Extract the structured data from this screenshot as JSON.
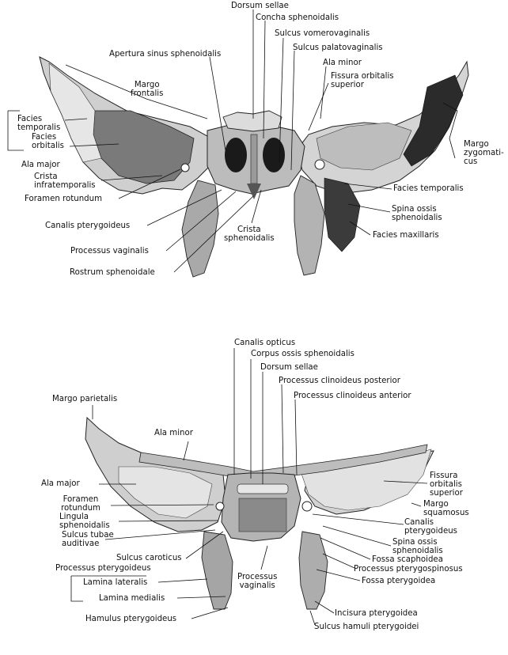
{
  "top_view": {
    "labels": {
      "dorsum_sellae": "Dorsum sellae",
      "concha_sphenoidalis": "Concha sphenoidalis",
      "sulcus_vomerovaginalis": "Sulcus vomerovaginalis",
      "sulcus_palatovaginalis": "Sulcus palatovaginalis",
      "apertura_sinus": "Apertura sinus sphenoidalis",
      "ala_minor": "Ala minor",
      "fissura_orbitalis_superior": "Fissura orbitalis\nsuperior",
      "margo_frontalis": "Margo\nfrontalis",
      "facies_temporalis_left": "Facies\ntemporalis",
      "facies_orbitalis": "Facies\norbitalis",
      "ala_major": "Ala major",
      "crista_infratemporalis": "Crista\ninfratemporalis",
      "foramen_rotundum": "Foramen rotundum",
      "canalis_pterygoideus": "Canalis pterygoideus",
      "processus_vaginalis": "Processus vaginalis",
      "rostrum_sphenoidale": "Rostrum sphenoidale",
      "crista_sphenoidalis": "Crista\nsphenoidalis",
      "margo_zygomaticus": "Margo\nzygomati-\ncus",
      "facies_temporalis_right": "Facies temporalis",
      "spina_ossis": "Spina ossis\nsphenoidalis",
      "facies_maxillaris": "Facies maxillaris"
    }
  },
  "bottom_view": {
    "labels": {
      "canalis_opticus": "Canalis opticus",
      "corpus_ossis": "Corpus ossis sphenoidalis",
      "dorsum_sellae": "Dorsum sellae",
      "proc_clin_post": "Processus clinoideus posterior",
      "proc_clin_ant": "Processus clinoideus anterior",
      "margo_parietalis": "Margo parietalis",
      "ala_minor": "Ala minor",
      "ala_major": "Ala major",
      "foramen_rotundum": "Foramen\nrotundum",
      "lingula": "Lingula\nsphenoidalis",
      "sulcus_tubae": "Sulcus tubae\nauditivae",
      "sulcus_caroticus": "Sulcus caroticus",
      "processus_pterygoideus": "Processus pterygoideus",
      "lamina_lateralis": "Lamina lateralis",
      "lamina_medialis": "Lamina medialis",
      "hamulus": "Hamulus pterygoideus",
      "processus_vaginalis": "Processus\nvaginalis",
      "fissura_orbitalis_superior": "Fissura\norbitalis\nsuperior",
      "margo_squamosus": "Margo\nsquamosus",
      "canalis_pterygoideus": "Canalis\npterygoideus",
      "spina_ossis": "Spina ossis\nsphenoidalis",
      "fossa_scaphoidea": "Fossa scaphoidea",
      "proc_pterygospinosus": "Processus pterygospinosus",
      "fossa_pterygoidea": "Fossa pterygoidea",
      "incisura_pterygoidea": "Incisura pterygoidea",
      "sulcus_hamuli": "Sulcus hamuli pterygoidei"
    }
  },
  "colors": {
    "bone_light": "#d9d9d9",
    "bone_mid": "#a8a8a8",
    "bone_dark": "#3a3a3a",
    "line": "#111111"
  }
}
